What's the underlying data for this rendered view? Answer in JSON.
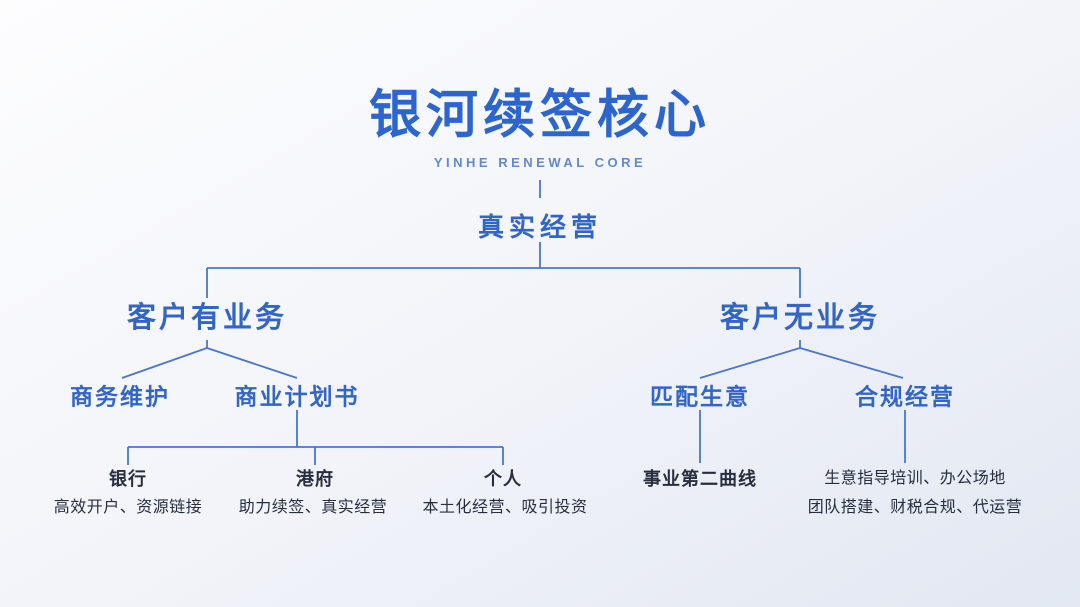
{
  "slide": {
    "title": "银河续签核心",
    "subtitle": "YINHE RENEWAL CORE"
  },
  "colors": {
    "title-blue": "#2d65cf",
    "subtitle-blue": "#6288d2",
    "node-blue": "#3265c6",
    "dark-text": "#272e3e",
    "line-blue": "#4a77c9"
  },
  "tree": {
    "root": "真实经营",
    "left": {
      "label": "客户有业务",
      "children": {
        "maintenance": "商务维护",
        "plan": "商业计划书"
      },
      "plan_children": [
        {
          "label": "银行",
          "desc": "高效开户、资源链接"
        },
        {
          "label": "港府",
          "desc": "助力续签、真实经营"
        },
        {
          "label": "个人",
          "desc": "本土化经营、吸引投资"
        }
      ]
    },
    "right": {
      "label": "客户无业务",
      "children": {
        "match": "匹配生意",
        "compliance": "合规经营"
      },
      "match_child": "事业第二曲线",
      "compliance_desc": [
        "生意指导培训、办公场地",
        "团队搭建、财税合规、代运营"
      ]
    }
  }
}
